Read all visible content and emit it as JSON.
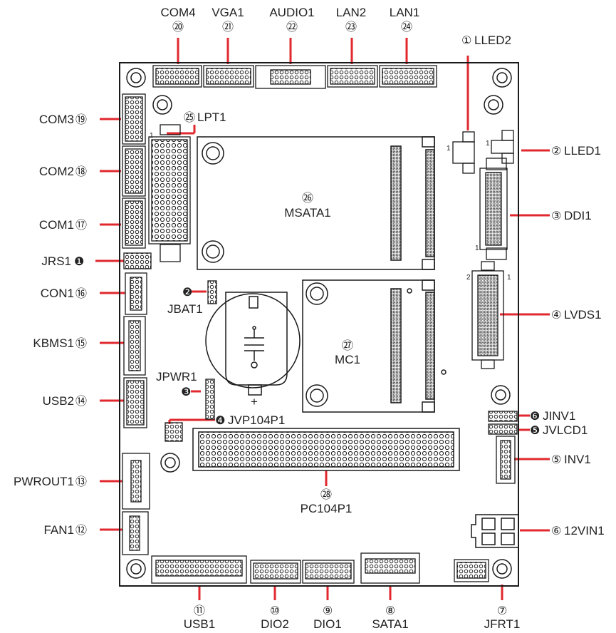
{
  "title": "",
  "labels": {
    "com4": "COM4",
    "vga1": "VGA1",
    "audio1": "AUDIO1",
    "lan2": "LAN2",
    "lan1": "LAN1",
    "lled2": "LLED2",
    "lled1": "LLED1",
    "ddi1": "DDI1",
    "lvds1": "LVDS1",
    "jinv1": "JINV1",
    "jvlcd1": "JVLCD1",
    "inv1": "INV1",
    "vin12": "12VIN1",
    "jfrt1": "JFRT1",
    "sata1": "SATA1",
    "dio1": "DIO1",
    "dio2": "DIO2",
    "usb1": "USB1",
    "fan1": "FAN1",
    "pwrout1": "PWROUT1",
    "usb2": "USB2",
    "kbms1": "KBMS1",
    "con1": "CON1",
    "jrs1": "JRS1",
    "com1": "COM1",
    "com2": "COM2",
    "com3": "COM3",
    "lpt1": "LPT1",
    "msata1": "MSATA1",
    "jbat1": "JBAT1",
    "mc1": "MC1",
    "jpwr1": "JPWR1",
    "jvp104p1": "JVP104P1",
    "pc104p1": "PC104P1"
  },
  "markers": {
    "m1": "①",
    "m2": "②",
    "m3": "③",
    "m4": "④",
    "m5": "⑤",
    "m6": "⑥",
    "m7": "⑦",
    "m8": "⑧",
    "m9": "⑨",
    "m10": "⑩",
    "m11": "⑪",
    "m12": "⑫",
    "m13": "⑬",
    "m14": "⑭",
    "m15": "⑮",
    "m16": "⑯",
    "m17": "⑰",
    "m18": "⑱",
    "m19": "⑲",
    "m20": "⑳",
    "m21": "㉑",
    "m22": "㉒",
    "m23": "㉓",
    "m24": "㉔",
    "m25": "㉕",
    "m26": "㉖",
    "m27": "㉗",
    "m28": "㉘",
    "j1": "❶",
    "j2": "❷",
    "j3": "❸",
    "j4": "❹",
    "j5": "❺",
    "j6": "❻"
  },
  "pin1": "1",
  "pin2": "2",
  "battery_plus": "+",
  "colors": {
    "callout": "#e0282e",
    "outline": "#1a1a1a",
    "text": "#222222"
  }
}
